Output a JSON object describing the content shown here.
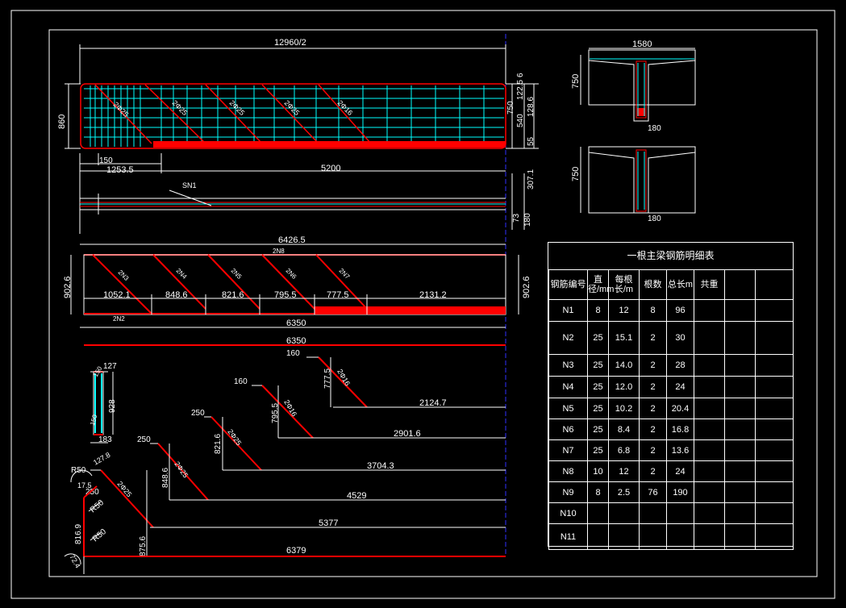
{
  "drawing": {
    "elevation": {
      "overall_length": "12960/2",
      "height_left": "860",
      "dim_150": "150",
      "dim_1253": "1253.5",
      "dim_5200": "5200",
      "right_dims": [
        "6",
        "122.5",
        "750",
        "540",
        "128.6",
        "55"
      ],
      "bar_labels": [
        "2Φ25",
        "2Φ25",
        "2Φ25",
        "2Φ25",
        "2Φ16"
      ]
    },
    "plan": {
      "label_sn1": "SN1",
      "dim_307": "307.1",
      "dim_73": "73",
      "dim_180": "180"
    },
    "bent_bars": {
      "overall": "6426.5",
      "label_2n8": "2N8",
      "label_2n2": "2N2",
      "height": "902.6",
      "labels": [
        "2N3",
        "2N4",
        "2N5",
        "2N6",
        "2N7"
      ],
      "segments": [
        "1052.1",
        "848.6",
        "821.6",
        "795.5",
        "777.5",
        "2131.2"
      ],
      "bottom": "6350"
    },
    "details": {
      "top_line": "6350",
      "n7": {
        "top": "160",
        "rise": "777.5",
        "dia": "2Φ16",
        "len": "2124.7"
      },
      "n6": {
        "top": "160",
        "rise": "795.5",
        "dia": "2Φ16",
        "len": "2901.6"
      },
      "n5": {
        "top": "250",
        "rise": "821.6",
        "dia": "2Φ25",
        "len": "3704.3"
      },
      "n4": {
        "top": "250",
        "rise": "848.6",
        "dia": "2Φ25",
        "len": "4529"
      },
      "n3": {
        "top": "250",
        "rise": "875.6",
        "dia": "2Φ25",
        "len": "5377"
      },
      "n2": {
        "rise": "816.9",
        "len": "6379",
        "r1": "R50",
        "r2": "R50",
        "r3": "R50",
        "d1": "127.8",
        "d2": "17.5",
        "d3": "72.4"
      },
      "stirrup": {
        "top": "127",
        "height": "928",
        "bottom": "183",
        "l1": "150",
        "l2": "150"
      }
    },
    "section": {
      "width": "1580",
      "height1": "750",
      "web1": "180",
      "height2": "750",
      "web2": "180"
    }
  },
  "table": {
    "title": "一根主梁钢筋明细表",
    "headers": [
      "钢筋编号",
      "直径/mm",
      "每根长/m",
      "根数",
      "总长m",
      "共重",
      "",
      ""
    ],
    "rows": [
      [
        "N1",
        "8",
        "12",
        "8",
        "96",
        "",
        "",
        ""
      ],
      [
        "N2",
        "25",
        "15.1",
        "2",
        "30",
        "",
        "",
        ""
      ],
      [
        "N3",
        "25",
        "14.0",
        "2",
        "28",
        "",
        "",
        ""
      ],
      [
        "N4",
        "25",
        "12.0",
        "2",
        "24",
        "",
        "",
        ""
      ],
      [
        "N5",
        "25",
        "10.2",
        "2",
        "20.4",
        "",
        "",
        ""
      ],
      [
        "N6",
        "25",
        "8.4",
        "2",
        "16.8",
        "",
        "",
        ""
      ],
      [
        "N7",
        "25",
        "6.8",
        "2",
        "13.6",
        "",
        "",
        ""
      ],
      [
        "N8",
        "10",
        "12",
        "2",
        "24",
        "",
        "",
        ""
      ],
      [
        "N9",
        "8",
        "2.5",
        "76",
        "190",
        "",
        "",
        ""
      ],
      [
        "N10",
        "",
        "",
        "",
        "",
        "",
        "",
        ""
      ],
      [
        "N11",
        "",
        "",
        "",
        "",
        "",
        "",
        ""
      ]
    ]
  },
  "colors": {
    "bg": "#000000",
    "line": "#ffffff",
    "rebar_red": "#ff0000",
    "rebar_cyan": "#00ffff",
    "axis_blue": "#3030ff"
  }
}
